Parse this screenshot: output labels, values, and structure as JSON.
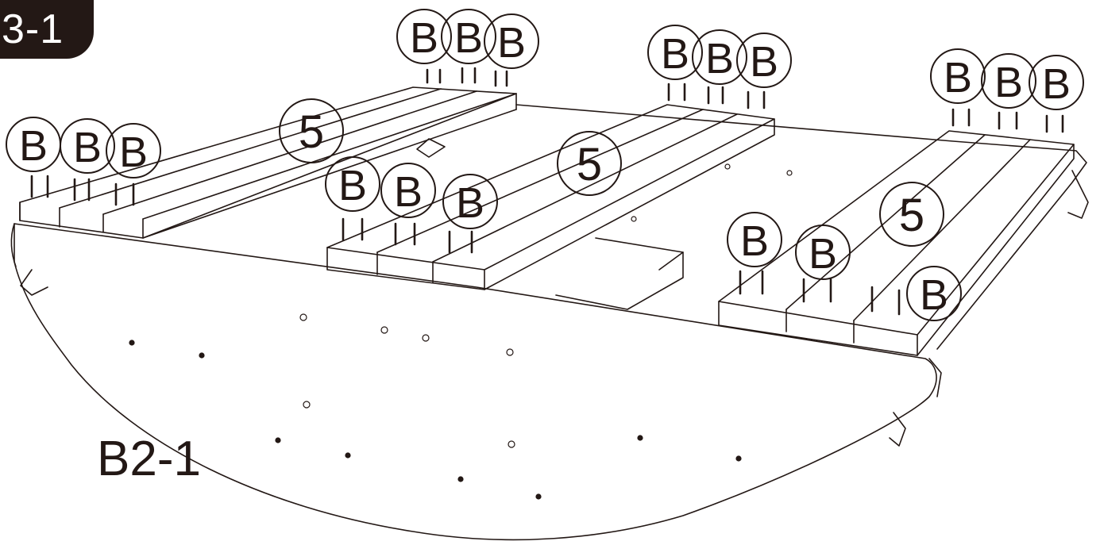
{
  "step_label": "3-1",
  "part_label": "B2-1",
  "callouts": {
    "screw": "B",
    "slat": "⑤"
  },
  "colors": {
    "ink": "#231815",
    "paper": "#ffffff"
  }
}
